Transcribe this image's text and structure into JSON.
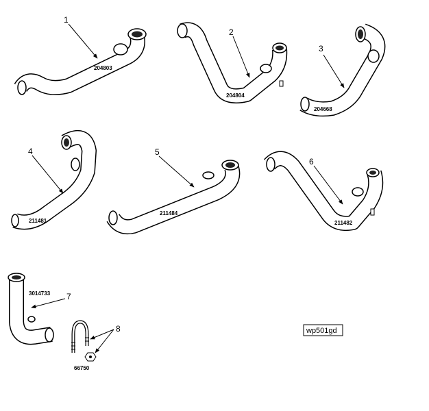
{
  "figure_id": "wp501gd",
  "parts": [
    {
      "callout": "1",
      "part_number": "204803"
    },
    {
      "callout": "2",
      "part_number": "204804"
    },
    {
      "callout": "3",
      "part_number": "204668"
    },
    {
      "callout": "4",
      "part_number": "211481"
    },
    {
      "callout": "5",
      "part_number": "211484"
    },
    {
      "callout": "6",
      "part_number": "211482"
    },
    {
      "callout": "7",
      "part_number": "3014733"
    },
    {
      "callout": "8",
      "part_number": "66750"
    }
  ]
}
